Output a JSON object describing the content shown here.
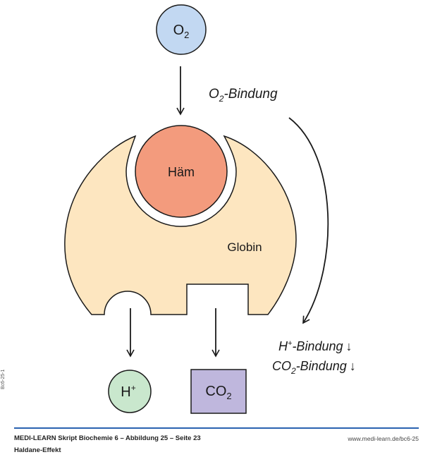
{
  "diagram": {
    "title": "Haldane-Effekt",
    "nodes": {
      "o2": {
        "label_main": "O",
        "label_sub": "2",
        "shape": "circle",
        "color": "#c2d8f2"
      },
      "haem": {
        "label": "Häm",
        "shape": "circle",
        "color": "#f39b7d"
      },
      "globin": {
        "label": "Globin",
        "shape": "body",
        "color": "#fde6c0"
      },
      "h_plus": {
        "label_main": "H",
        "label_sup": "+",
        "shape": "circle",
        "color": "#c9e7cd"
      },
      "co2": {
        "label_main": "CO",
        "label_sub": "2",
        "shape": "rectangle",
        "color": "#bfb7dd"
      }
    },
    "annotations": {
      "o2_binding": {
        "main": "O",
        "sub": "2",
        "rest": "-Bindung"
      },
      "h_binding": {
        "main": "H",
        "sup": "+",
        "rest": "-Bindung",
        "arrow": "↓"
      },
      "co2_binding": {
        "main": "CO",
        "sub": "2",
        "rest": "-Bindung",
        "arrow": "↓"
      }
    },
    "edges": [
      {
        "from": "o2",
        "to": "haem",
        "type": "arrow"
      },
      {
        "from": "globin",
        "to": "h_plus",
        "type": "arrow"
      },
      {
        "from": "globin",
        "to": "co2",
        "type": "arrow"
      },
      {
        "from": "o2_binding",
        "to": "h_binding",
        "type": "curved-arrow"
      }
    ],
    "stroke_color": "#1a1a1a"
  },
  "side_code": "Bc6-25-1",
  "footer": {
    "rule_color": "#2a62b0",
    "title": "MEDI-LEARN Skript Biochemie 6 – Abbildung 25 – Seite 23",
    "subtitle": "Haldane-Effekt",
    "url": "www.medi-learn.de/bc6-25"
  }
}
